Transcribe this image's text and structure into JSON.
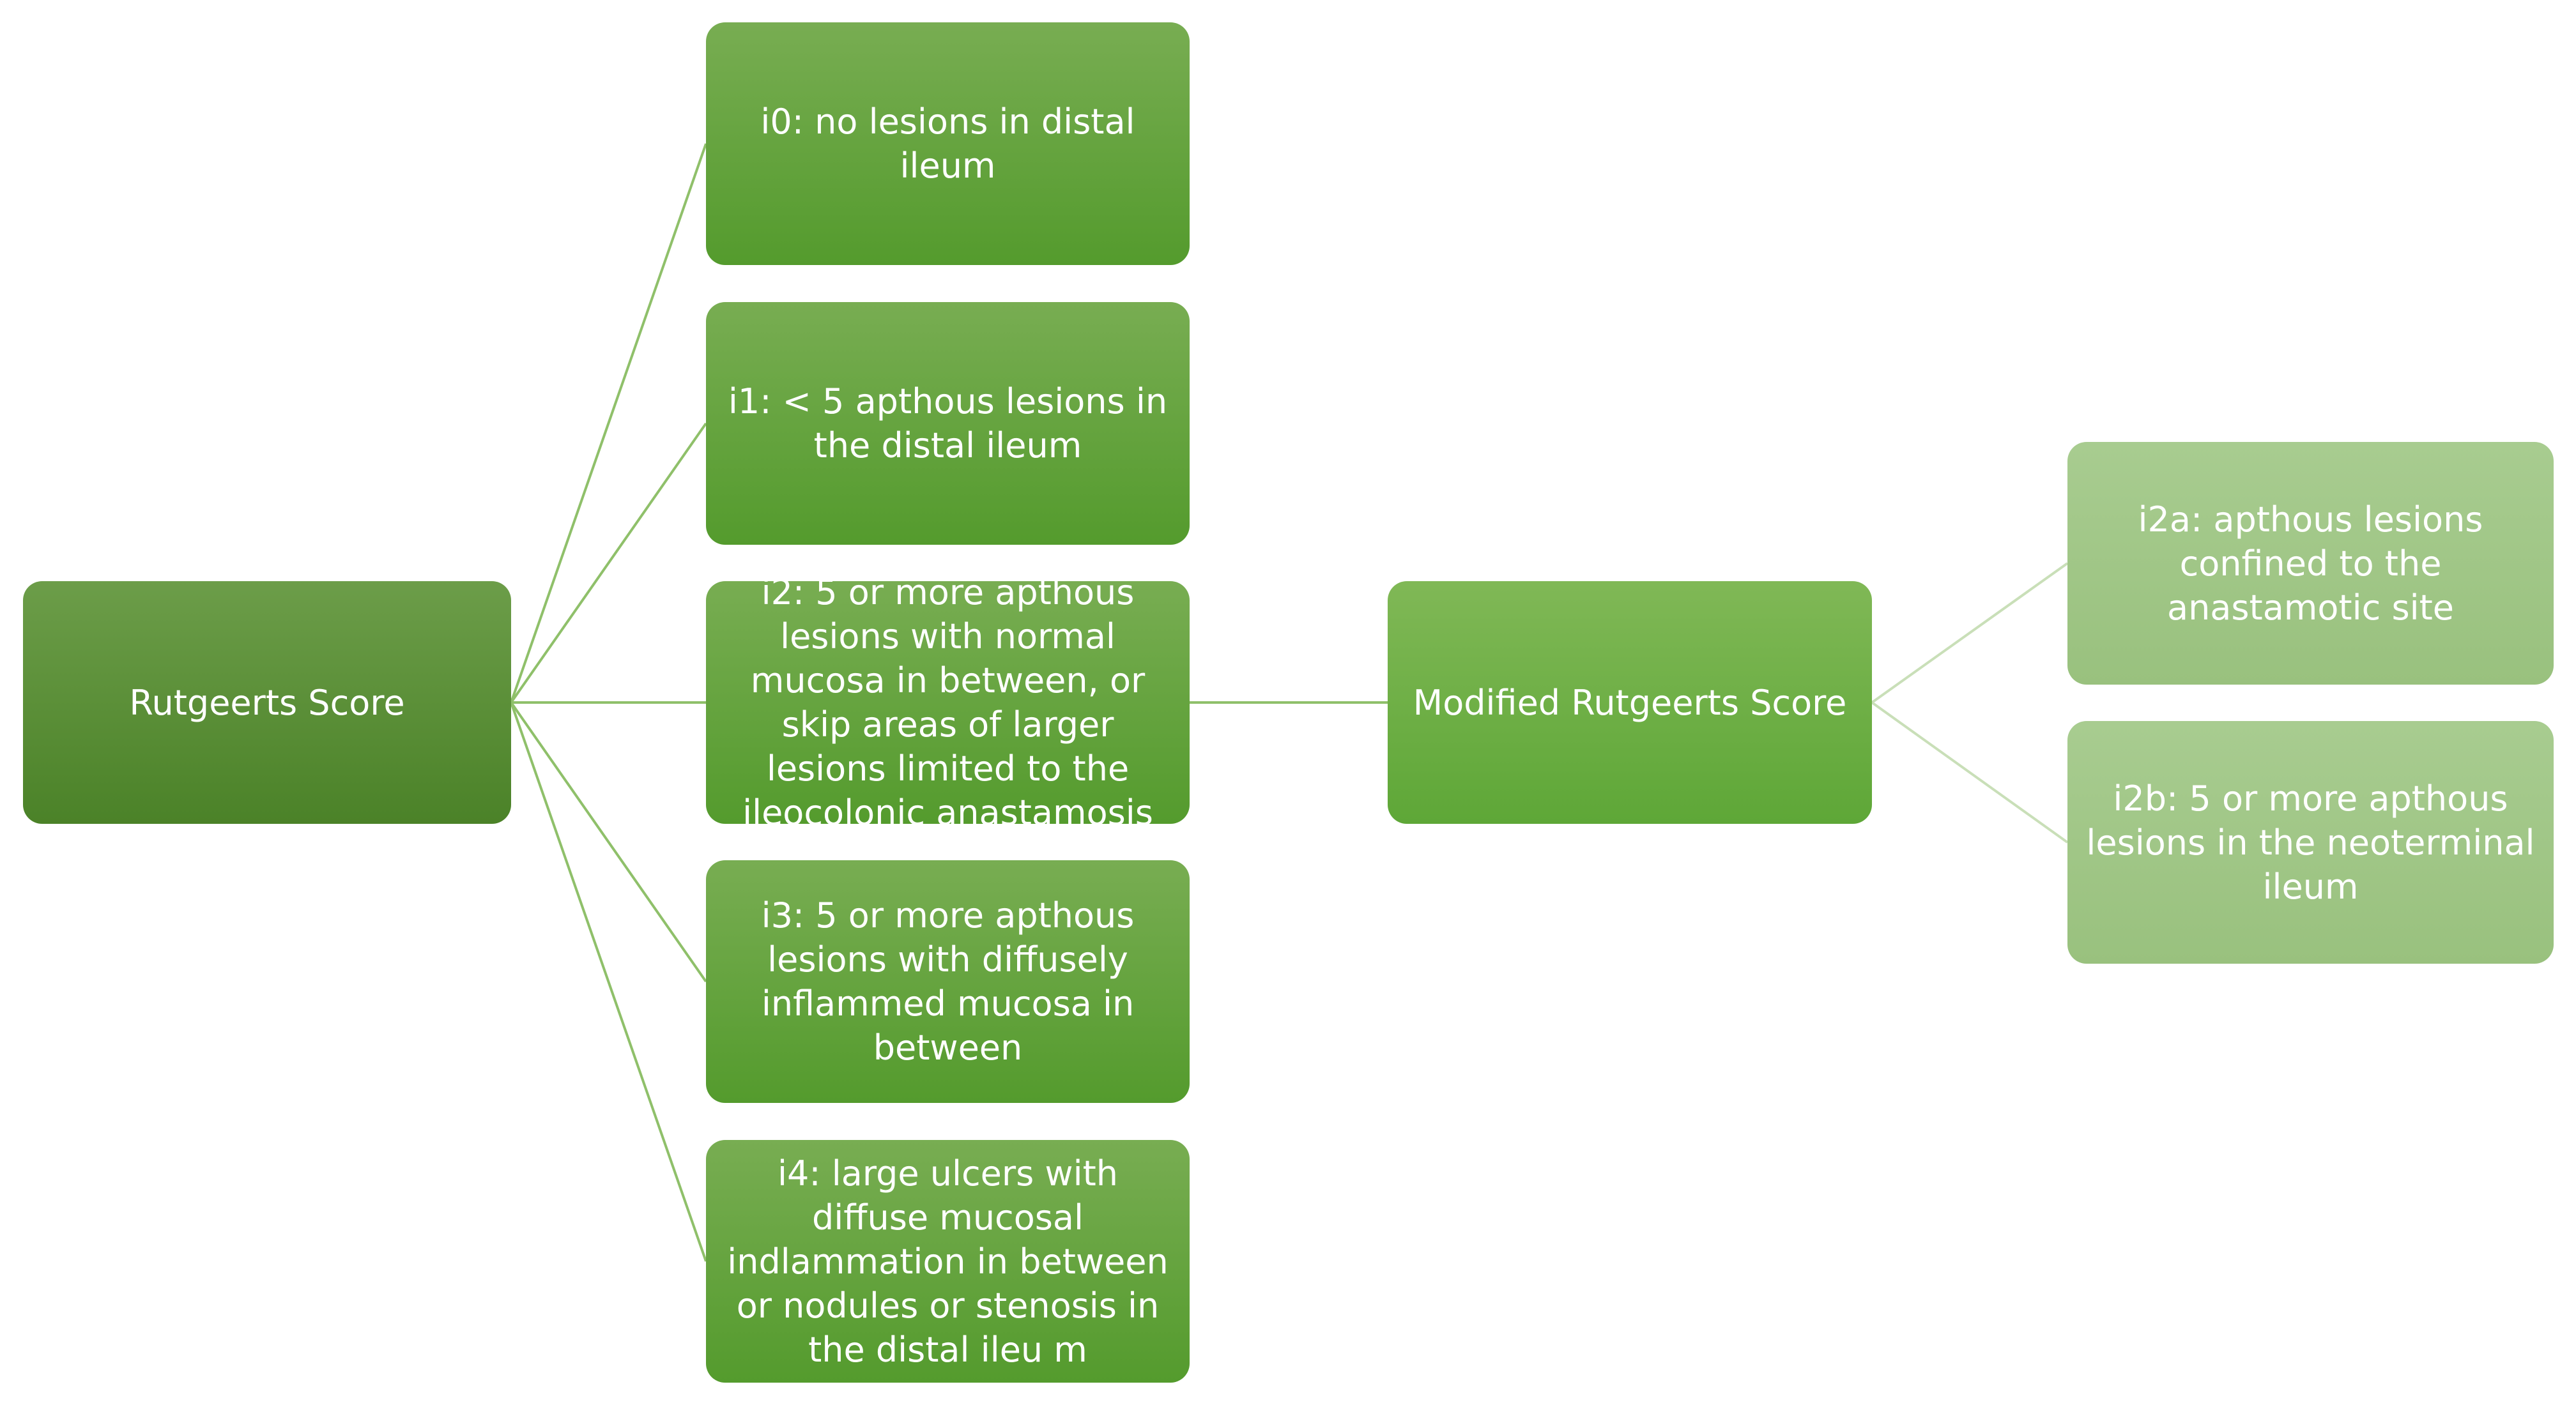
{
  "diagram": {
    "root": {
      "label": "Rutgeerts Score"
    },
    "scores": [
      {
        "label": "i0: no lesions in distal ileum"
      },
      {
        "label": "i1: < 5 apthous lesions in the distal ileum"
      },
      {
        "label": "i2: 5 or more apthous lesions with normal mucosa in between, or skip areas of larger lesions limited to the ileocolonic anastamosis"
      },
      {
        "label": "i3: 5 or more apthous lesions with diffusely inflammed mucosa in between"
      },
      {
        "label": "i4: large ulcers with diffuse mucosal indlammation in between or nodules or stenosis in the distal ileu m"
      }
    ],
    "modified": {
      "label": "Modified Rutgeerts Score"
    },
    "subscores": [
      {
        "label": "i2a: apthous lesions confined to the anastamotic site"
      },
      {
        "label": "i2b: 5 or more apthous lesions in the neoterminal ileum"
      }
    ],
    "colors": {
      "root": "#5a8d36",
      "level1": "#66a43f",
      "modified": "#70b046",
      "subscore": "#a1c786",
      "connector_dark": "#8fc06a",
      "connector_light": "#c9dfb8"
    }
  }
}
